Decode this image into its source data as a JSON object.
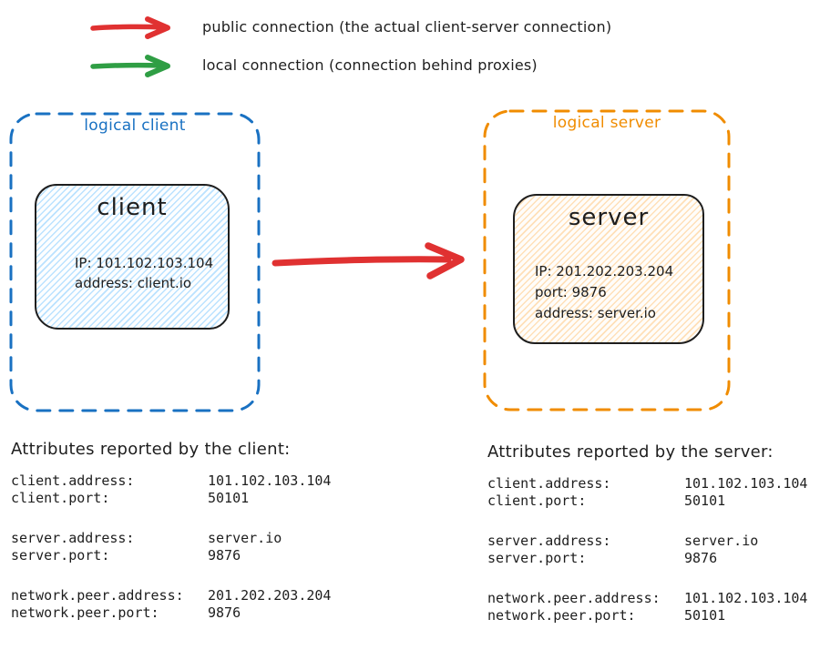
{
  "legend": {
    "items": [
      {
        "label": "public connection (the actual client-server connection)",
        "color": "#e03131"
      },
      {
        "label": "local connection (connection behind proxies)",
        "color": "#2f9e44"
      }
    ]
  },
  "diagram": {
    "client_group": {
      "title": "logical client",
      "accent": "#1971c2",
      "node": {
        "title": "client",
        "hatch_color": "#a5d8ff",
        "lines": [
          "IP: 101.102.103.104",
          "address: client.io"
        ]
      }
    },
    "server_group": {
      "title": "logical server",
      "accent": "#f08c00",
      "node": {
        "title": "server",
        "hatch_color": "#ffd8a8",
        "lines": [
          "IP: 201.202.203.204",
          "port: 9876",
          "address: server.io"
        ]
      }
    },
    "connection_arrow_color": "#e03131"
  },
  "tables": {
    "client": {
      "heading": "Attributes reported by the client:",
      "groups": [
        [
          {
            "key": "client.address:",
            "value": "101.102.103.104"
          },
          {
            "key": "client.port:",
            "value": "50101"
          }
        ],
        [
          {
            "key": "server.address:",
            "value": "server.io"
          },
          {
            "key": "server.port:",
            "value": "9876"
          }
        ],
        [
          {
            "key": "network.peer.address:",
            "value": "201.202.203.204"
          },
          {
            "key": "network.peer.port:",
            "value": "9876"
          }
        ]
      ]
    },
    "server": {
      "heading": "Attributes reported by the server:",
      "groups": [
        [
          {
            "key": "client.address:",
            "value": "101.102.103.104"
          },
          {
            "key": "client.port:",
            "value": "50101"
          }
        ],
        [
          {
            "key": "server.address:",
            "value": "server.io"
          },
          {
            "key": "server.port:",
            "value": "9876"
          }
        ],
        [
          {
            "key": "network.peer.address:",
            "value": "101.102.103.104"
          },
          {
            "key": "network.peer.port:",
            "value": "50101"
          }
        ]
      ]
    }
  },
  "colors": {
    "text": "#1e1e1e",
    "background": "#ffffff"
  }
}
